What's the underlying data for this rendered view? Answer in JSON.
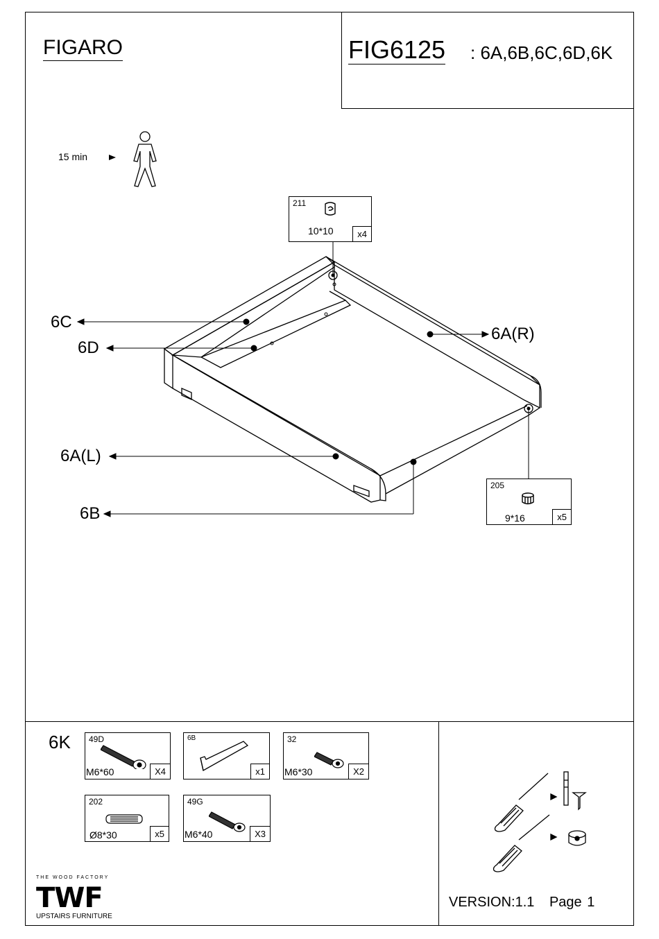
{
  "header": {
    "brand": "FIGARO",
    "model_code": "FIG6125",
    "parts_list": ": 6A,6B,6C,6D,6K"
  },
  "time": {
    "duration": "15 min",
    "icon": "person-icon"
  },
  "callouts": {
    "c6C": "6C",
    "c6D": "6D",
    "c6AR": "6A(R)",
    "c6AL": "6A(L)",
    "c6B": "6B"
  },
  "part_211": {
    "number": "211",
    "size": "10*10",
    "qty": "x4"
  },
  "part_205": {
    "number": "205",
    "size": "9*16",
    "qty": "x5"
  },
  "hardware": {
    "label": "6K",
    "items": [
      {
        "number": "49D",
        "size": "M6*60",
        "qty": "X4"
      },
      {
        "number": "6B",
        "size": "",
        "qty": "x1"
      },
      {
        "number": "32",
        "size": "M6*30",
        "qty": "X2"
      },
      {
        "number": "202",
        "size": "Ø8*30",
        "qty": "x5"
      },
      {
        "number": "49G",
        "size": "M6*40",
        "qty": "X3"
      }
    ]
  },
  "logo": {
    "tagline": "THE WOOD FACTORY",
    "mark": "TWF",
    "subtitle": "UPSTAIRS FURNITURE"
  },
  "footer": {
    "version": "VERSION:1.1",
    "page": "Page 1"
  }
}
